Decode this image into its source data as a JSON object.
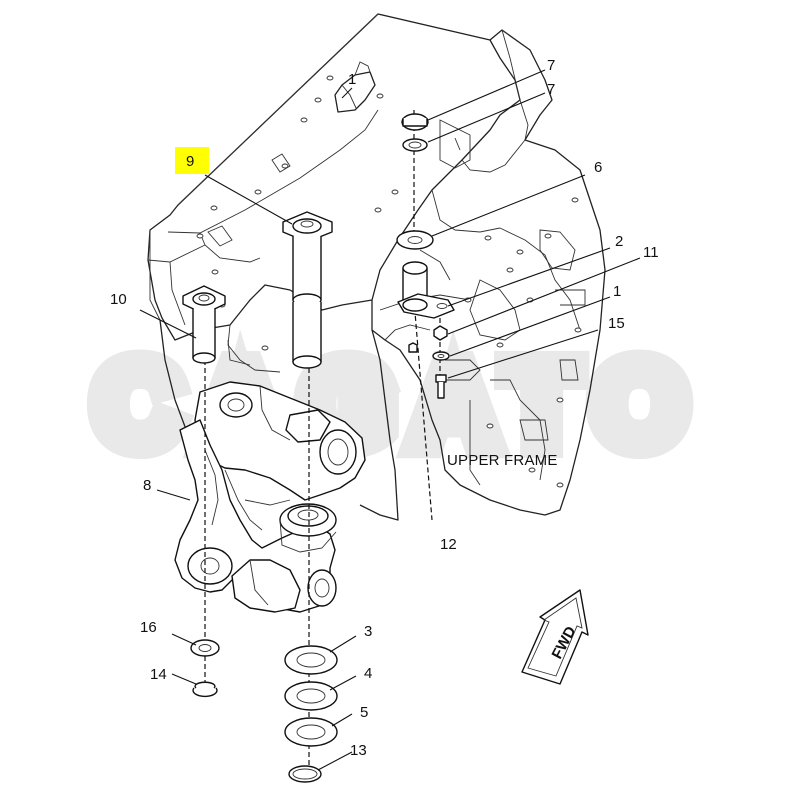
{
  "labels": {
    "c1a": "1",
    "c1b": "1",
    "c2": "2",
    "c3": "3",
    "c4": "4",
    "c5": "5",
    "c6": "6",
    "c7a": "7",
    "c7b": "7",
    "c8": "8",
    "c9": "9",
    "c10": "10",
    "c11": "11",
    "c12": "12",
    "c13": "13",
    "c14": "14",
    "c15": "15",
    "c16": "16"
  },
  "frame_label": "UPPER FRAME",
  "fwd_label": "FWD",
  "watermark": "CAGATO",
  "colors": {
    "highlight": "#ffff00",
    "line": "#111111",
    "watermark": "#d8d8d8"
  }
}
